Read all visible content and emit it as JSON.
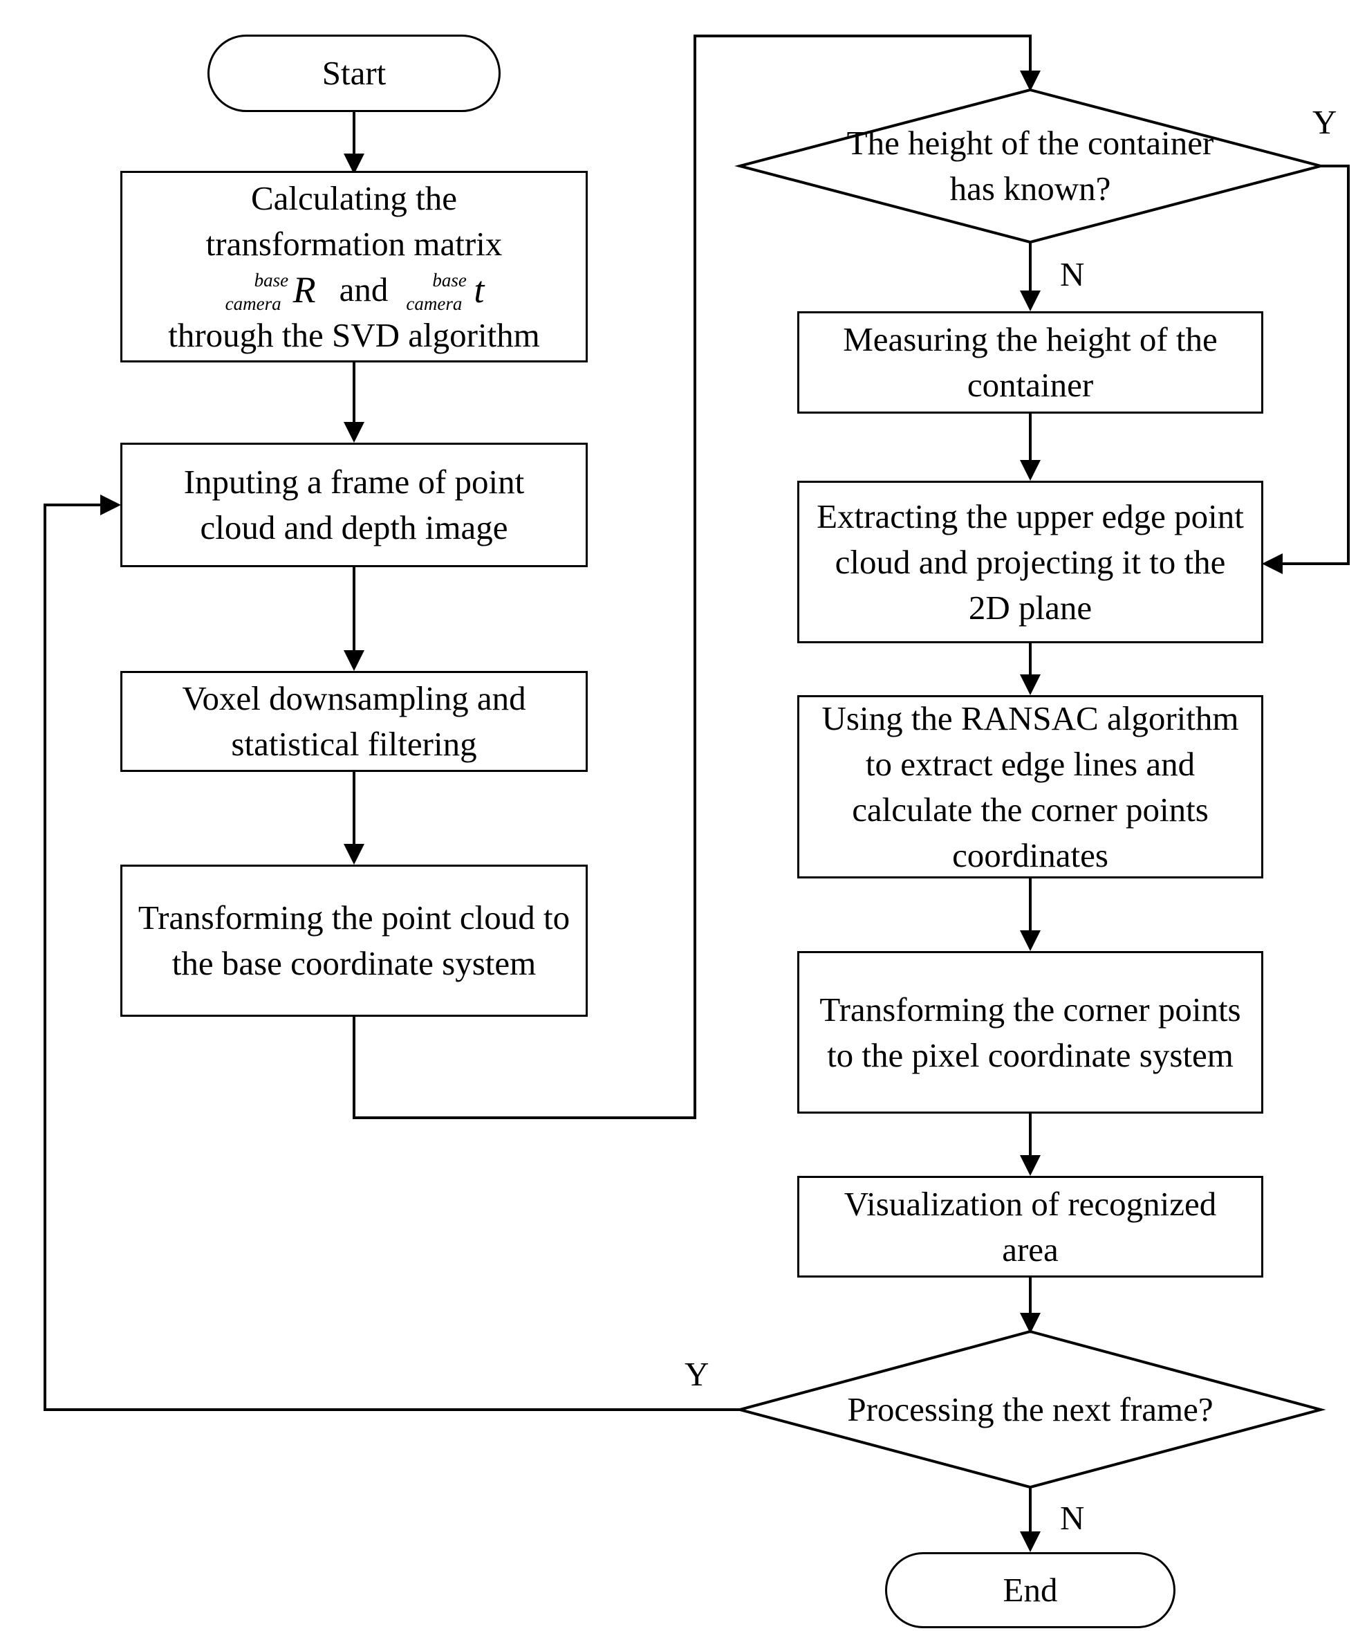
{
  "nodes": {
    "start": "Start",
    "calc_line1": "Calculating the",
    "calc_line2": "transformation matrix",
    "calc_math": {
      "r_super": "base",
      "r_sub": "camera",
      "r_symbol": "R",
      "and": "and",
      "t_super": "base",
      "t_sub": "camera",
      "t_symbol": "t"
    },
    "calc_line4": "through the SVD algorithm",
    "input": "Inputing a frame of point cloud and depth image",
    "voxel": "Voxel downsampling and statistical filtering",
    "transform_pc": "Transforming the point cloud to the base coordinate system",
    "height_known": "The height of the container has known?",
    "measure": "Measuring the height of the container",
    "extract": "Extracting the upper edge point cloud and projecting it to the 2D plane",
    "ransac": "Using the RANSAC algorithm to extract edge lines and calculate the corner points coordinates",
    "transform_corner": "Transforming the corner points to the pixel coordinate system",
    "visualize": "Visualization of recognized area",
    "next_frame": "Processing the next frame?",
    "end": "End"
  },
  "labels": {
    "height_yes": "Y",
    "height_no": "N",
    "next_yes": "Y",
    "next_no": "N"
  }
}
